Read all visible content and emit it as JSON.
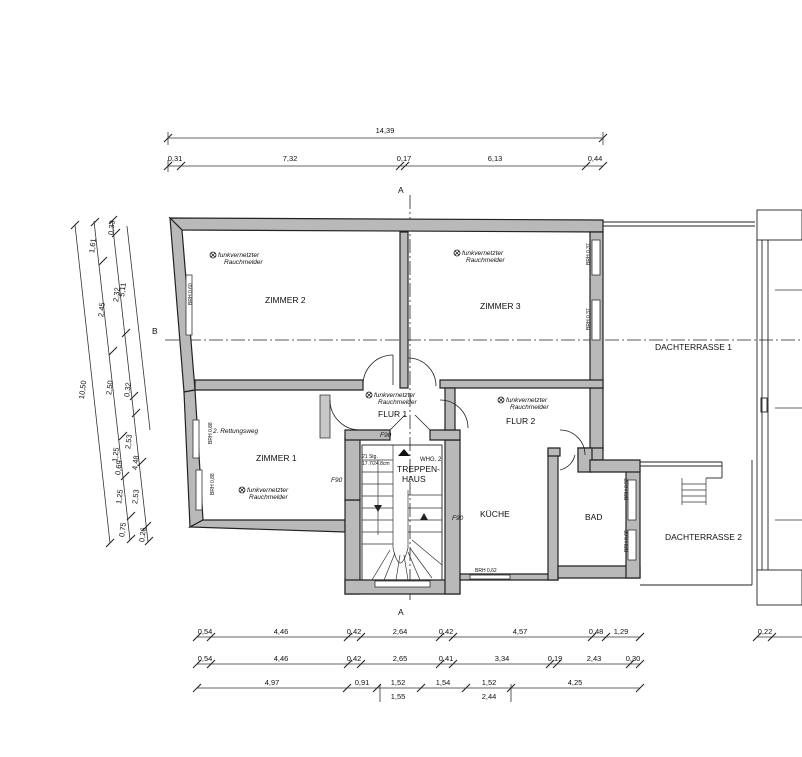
{
  "rooms": {
    "zimmer1": "ZIMMER 1",
    "zimmer2": "ZIMMER 2",
    "zimmer3": "ZIMMER 3",
    "flur1": "FLUR 1",
    "flur2": "FLUR 2",
    "kueche": "KÜCHE",
    "bad": "BAD",
    "treppenhaus_1": "TREPPEN-",
    "treppenhaus_2": "HAUS",
    "dachterrasse1": "DACHTERRASSE 1",
    "dachterrasse2": "DACHTERRASSE 2"
  },
  "smoke_detector": {
    "line1": "funkvernetzter",
    "line2": "Rauchmelder"
  },
  "notes": {
    "rettungsweg": "2. Rettungsweg",
    "wohnung": "WHG. 2",
    "stairs_1": "21 Stg.",
    "stairs_2": "17.7/24.8cm",
    "fire_door_1": "F90",
    "fire_door_2": "F90",
    "fire_door_3": "F90"
  },
  "section_marks": {
    "a_top": "A",
    "a_bottom": "A",
    "b_left": "B"
  },
  "brh": {
    "zimmer2": "BRH 0,60",
    "zimmer3_top": "BRH 0,37",
    "zimmer3_bottom": "BRH 0,37",
    "zimmer1_top": "BRH 0,88",
    "zimmer1_bottom": "BRH 0,88",
    "kueche": "BRH 0,62",
    "bad_top": "BRH 0,92",
    "bad_bottom": "BRH 0,68"
  },
  "dims_top": {
    "overall": "14,39",
    "segments": [
      "0,31",
      "7,32",
      "0,17",
      "6,13",
      "0,44"
    ]
  },
  "dims_left": {
    "overall": "10,50",
    "outer": [
      "1,61",
      "2,45",
      "2,50",
      "1,25",
      "1,25",
      "0,75"
    ],
    "middle": [
      "0,33",
      "2,32",
      "0,32",
      "2,53",
      "0,69",
      "2,53",
      "0,26"
    ],
    "inner": [
      "5,11",
      "4,48"
    ]
  },
  "dims_bottom": {
    "row1": [
      "0,54",
      "4,46",
      "0,42",
      "2,64",
      "0,42",
      "4,57",
      "0,48",
      "1,29"
    ],
    "row1_right": "0,22",
    "row2": [
      "0,54",
      "4,46",
      "0,42",
      "2,65",
      "0,41",
      "3,34",
      "0,19",
      "2,43",
      "0,30"
    ],
    "row3": [
      "4,97",
      "0,91",
      "1,52",
      "1,54",
      "1,52",
      "4,25"
    ],
    "row3_sub": [
      "1,55",
      "2,44"
    ]
  },
  "colors": {
    "wall_fill": "#b9b9b9",
    "line": "#222222",
    "background": "#ffffff"
  }
}
